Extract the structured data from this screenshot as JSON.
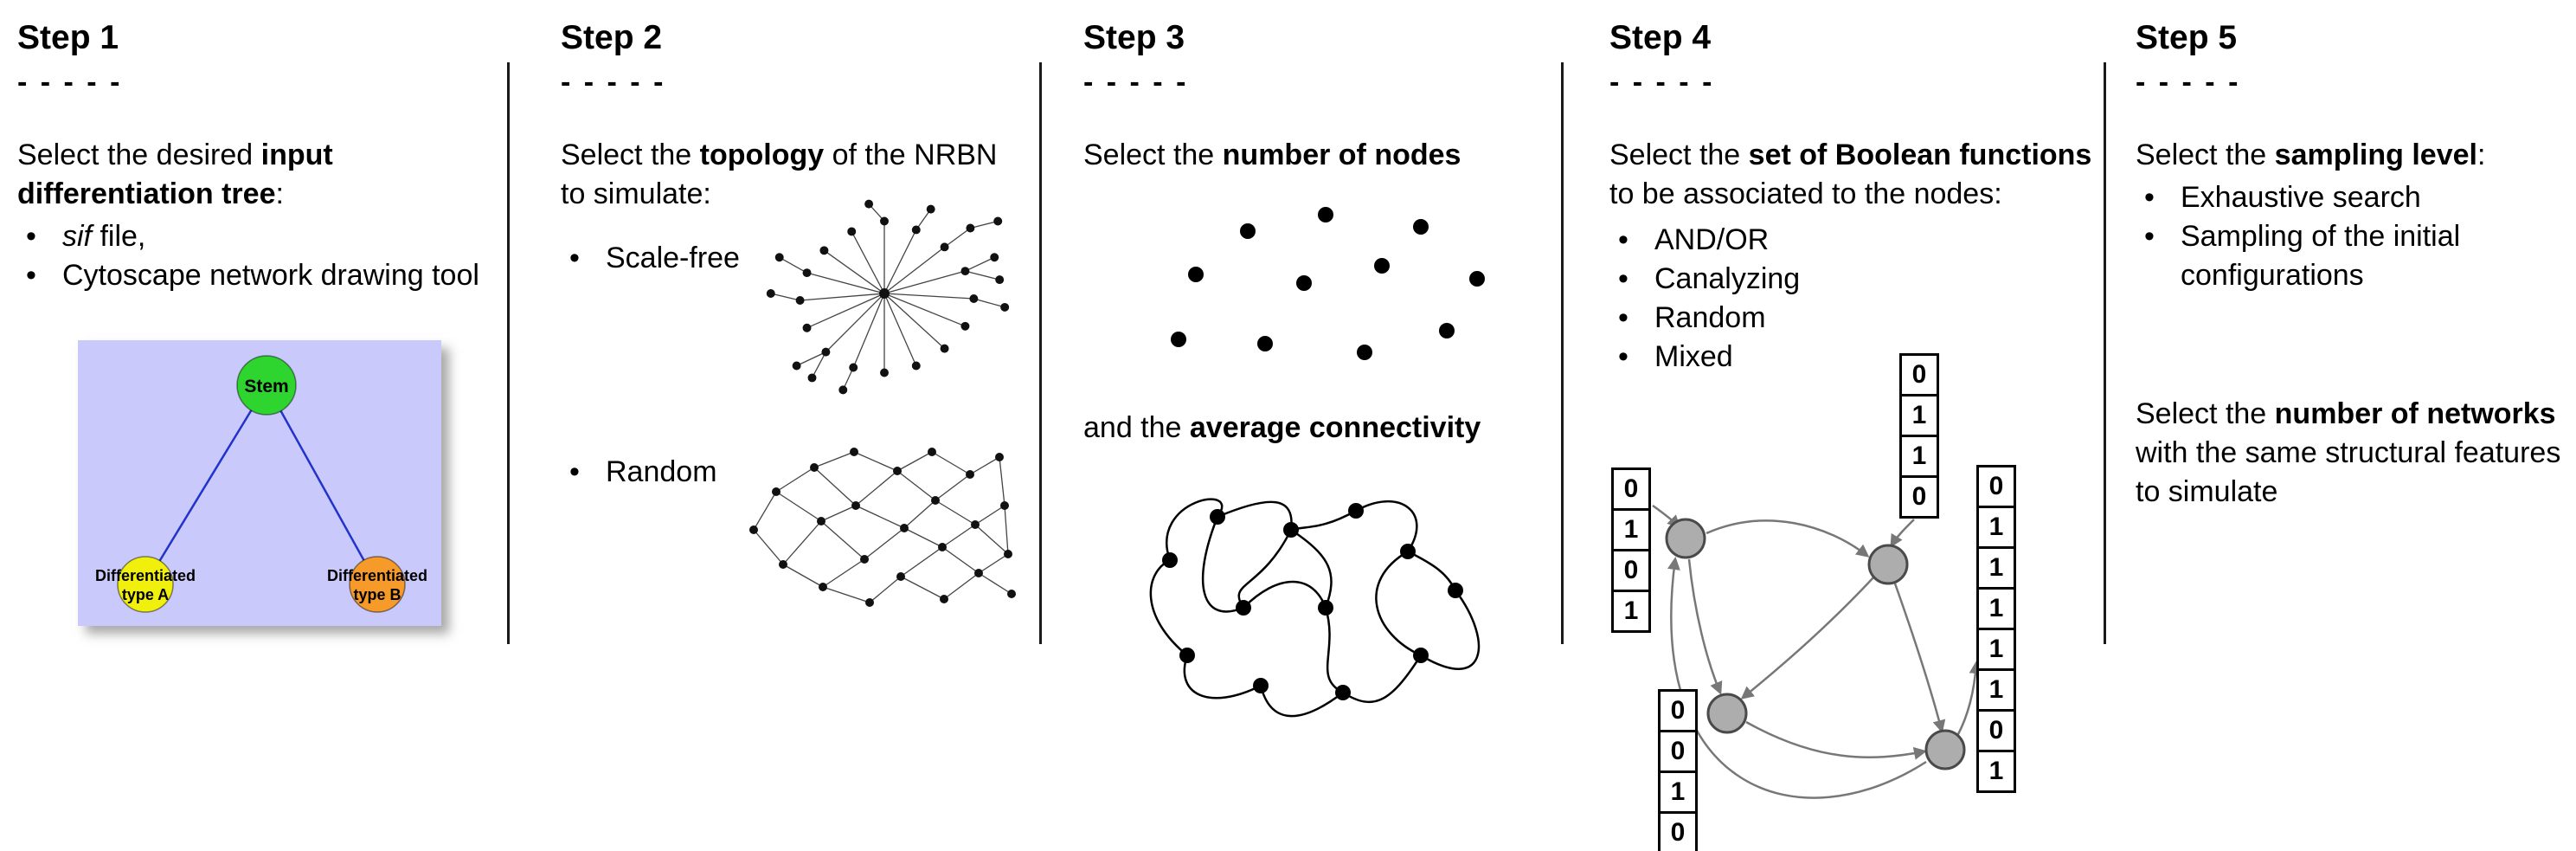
{
  "steps": [
    {
      "title": "Step 1",
      "dashes": "- - - - -",
      "intro": {
        "prefix": "Select the desired ",
        "bold": "input differentiation tree",
        "suffix": ":"
      },
      "bullets": [
        {
          "italic": "sif",
          "text": " file,"
        },
        {
          "text": "Cytoscape network drawing tool"
        }
      ],
      "tree": {
        "colors": {
          "background": "#c9c9fb",
          "edge": "#2233cc",
          "stem": "#2ed52e",
          "type_a": "#f0f00c",
          "type_b": "#f69a29"
        },
        "labels": {
          "stem": "Stem",
          "type_a_line1": "Differentiated",
          "type_a_line2": "type A",
          "type_b_line1": "Differentiated",
          "type_b_line2": "type B"
        }
      }
    },
    {
      "title": "Step 2",
      "dashes": "- - - - -",
      "intro": {
        "prefix": "Select the ",
        "bold": "topology",
        "suffix": " of the NRBN to simulate:"
      },
      "bullets": [
        {
          "text": "Scale-free"
        },
        {
          "text": "Random"
        }
      ]
    },
    {
      "title": "Step 3",
      "dashes": "- - - - -",
      "intro": {
        "prefix": "Select the ",
        "bold": "number of nodes",
        "suffix": ""
      },
      "second": {
        "prefix": "and the ",
        "bold": "average connectivity",
        "suffix": ""
      }
    },
    {
      "title": "Step 4",
      "dashes": "- - - - -",
      "intro": {
        "prefix": "Select the ",
        "bold": "set of Boolean functions",
        "suffix": " to be associated to the nodes:"
      },
      "bullets": [
        {
          "text": "AND/OR"
        },
        {
          "text": "Canalyzing"
        },
        {
          "text": "Random"
        },
        {
          "text": "Mixed"
        }
      ],
      "colors": {
        "node_fill": "#adadad",
        "node_stroke": "#4a4a4a",
        "arrow": "#777777"
      },
      "tables": {
        "top": [
          "0",
          "1",
          "1",
          "0"
        ],
        "left": [
          "0",
          "1",
          "0",
          "1"
        ],
        "right": [
          "0",
          "1",
          "1",
          "1",
          "1",
          "1",
          "0",
          "1"
        ],
        "bottom": [
          "0",
          "0",
          "1",
          "0"
        ]
      }
    },
    {
      "title": "Step 5",
      "dashes": "- - - - -",
      "intro": {
        "prefix": "Select the ",
        "bold": "sampling level",
        "suffix": ":"
      },
      "bullets": [
        {
          "text": "Exhaustive search"
        },
        {
          "text": "Sampling of the initial configurations"
        }
      ],
      "second": {
        "prefix": "Select the ",
        "bold": "number of networks",
        "suffix": " with the same structural features to simulate"
      }
    }
  ]
}
